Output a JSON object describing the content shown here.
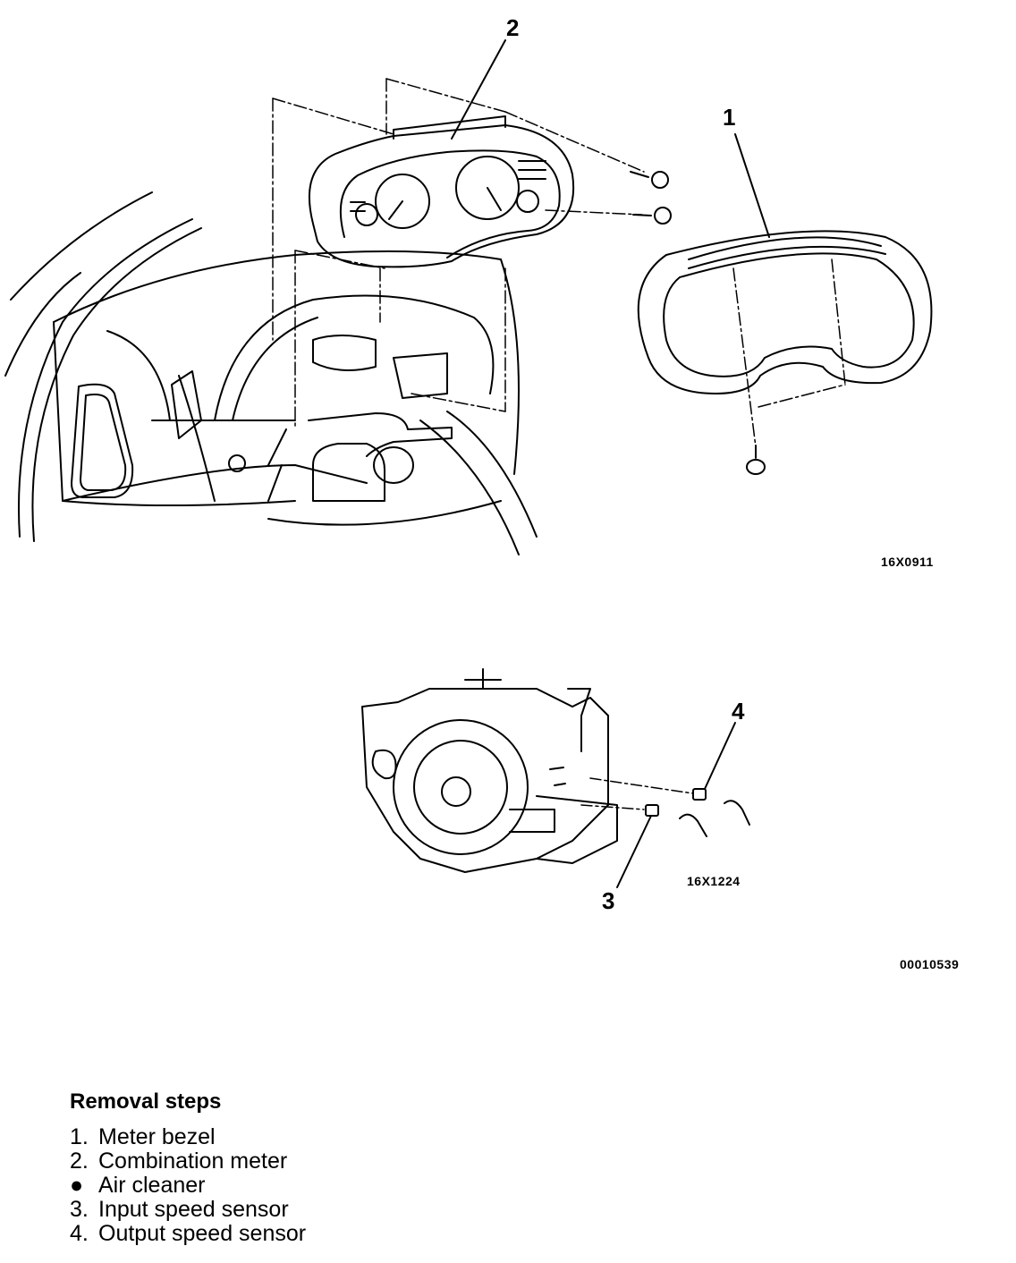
{
  "figure1": {
    "code": "16X0911",
    "callouts": {
      "c1": "1",
      "c2": "2"
    }
  },
  "figure2": {
    "code": "16X1224",
    "callouts": {
      "c3": "3",
      "c4": "4"
    }
  },
  "doc_code": "00010539",
  "removal": {
    "title": "Removal steps",
    "steps": [
      {
        "marker": "1.",
        "text": "Meter bezel"
      },
      {
        "marker": "2.",
        "text": "Combination meter"
      },
      {
        "marker": "●",
        "text": "Air cleaner"
      },
      {
        "marker": "3.",
        "text": "Input speed sensor"
      },
      {
        "marker": "4.",
        "text": "Output speed sensor"
      }
    ]
  }
}
